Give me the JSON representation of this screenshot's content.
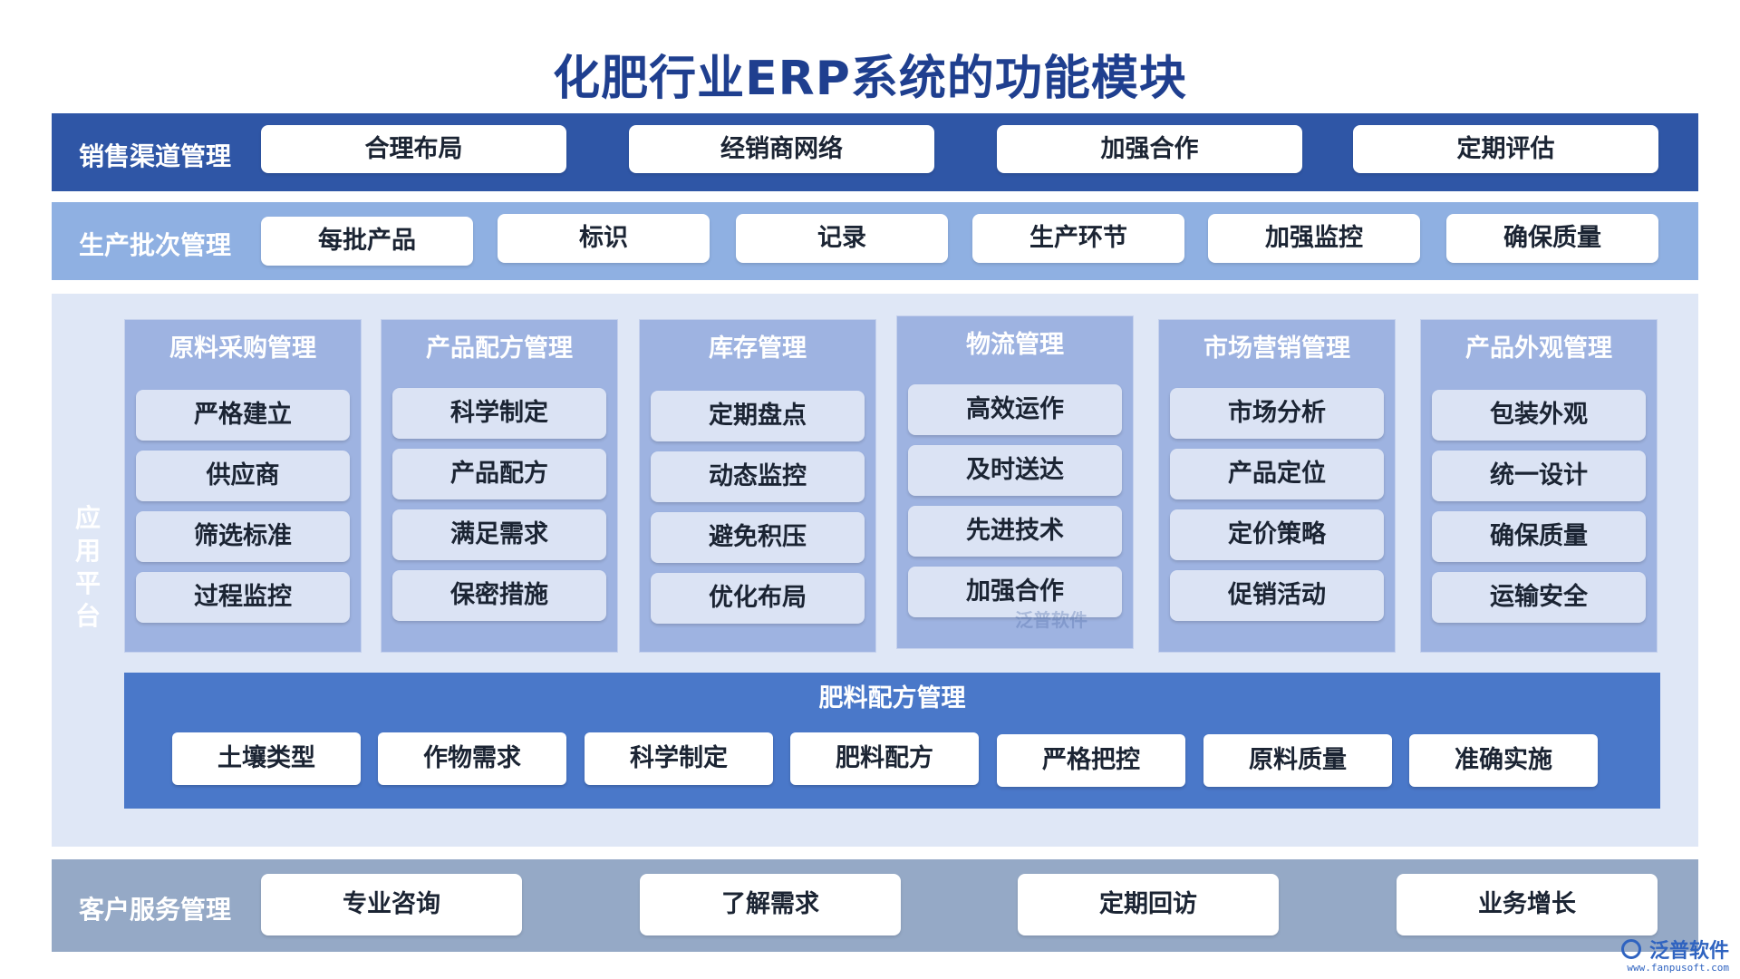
{
  "title": "化肥行业ERP系统的功能模块",
  "sales": {
    "label": "销售渠道管理",
    "items": [
      "合理布局",
      "经销商网络",
      "加强合作",
      "定期评估"
    ]
  },
  "batch": {
    "label": "生产批次管理",
    "items": [
      "每批产品",
      "标识",
      "记录",
      "生产环节",
      "加强监控",
      "确保质量"
    ]
  },
  "platform": {
    "label": "应用平台",
    "modules": [
      {
        "title": "原料采购管理",
        "items": [
          "严格建立",
          "供应商",
          "筛选标准",
          "过程监控"
        ]
      },
      {
        "title": "产品配方管理",
        "items": [
          "科学制定",
          "产品配方",
          "满足需求",
          "保密措施"
        ]
      },
      {
        "title": "库存管理",
        "items": [
          "定期盘点",
          "动态监控",
          "避免积压",
          "优化布局"
        ]
      },
      {
        "title": "物流管理",
        "items": [
          "高效运作",
          "及时送达",
          "先进技术",
          "加强合作"
        ]
      },
      {
        "title": "市场营销管理",
        "items": [
          "市场分析",
          "产品定位",
          "定价策略",
          "促销活动"
        ]
      },
      {
        "title": "产品外观管理",
        "items": [
          "包装外观",
          "统一设计",
          "确保质量",
          "运输安全"
        ]
      }
    ],
    "fertilizer": {
      "title": "肥料配方管理",
      "items": [
        "土壤类型",
        "作物需求",
        "科学制定",
        "肥料配方",
        "严格把控",
        "原料质量",
        "准确实施"
      ]
    }
  },
  "service": {
    "label": "客户服务管理",
    "items": [
      "专业咨询",
      "了解需求",
      "定期回访",
      "业务增长"
    ]
  },
  "watermark": "泛普软件",
  "logo": {
    "text": "泛普软件",
    "url": "www.fanpusoft.com"
  }
}
